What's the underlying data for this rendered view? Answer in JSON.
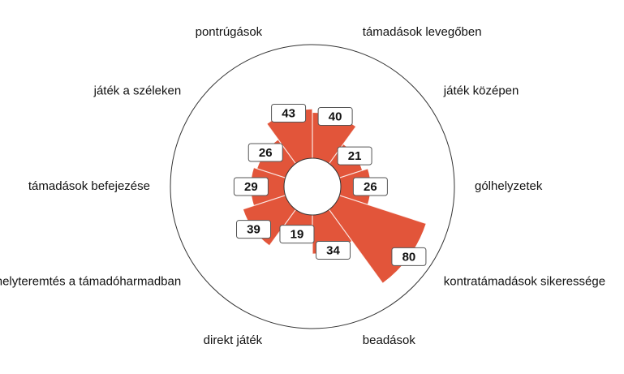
{
  "chart_data": {
    "type": "pie",
    "subtype": "polar-bar",
    "range": [
      0,
      100
    ],
    "bar_color": "#e2553a",
    "categories": [
      "támadások levegőben",
      "játék középen",
      "gólhelyzetek",
      "kontratámadások sikeressége",
      "beadások",
      "direkt játék",
      "helyteremtés a támadóharmadban",
      "támadások befejezése",
      "játék a széleken",
      "pontrúgások"
    ],
    "values": [
      40,
      21,
      26,
      80,
      34,
      19,
      39,
      29,
      26,
      43
    ]
  }
}
